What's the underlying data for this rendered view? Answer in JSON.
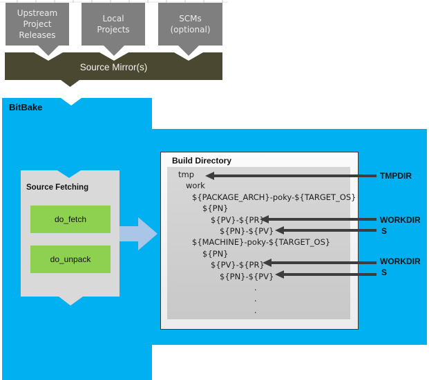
{
  "colors": {
    "cyan": "#00b0f0",
    "olive": "#4a4830",
    "graybox": "#7f7f7f",
    "green": "#8ed050",
    "arrow_blue": "#a9c6e8",
    "arrow_dark": "#3d3d3d"
  },
  "sources_row": {
    "boxes": [
      {
        "label": "Upstream\nProject\nReleases"
      },
      {
        "label": "Local\nProjects"
      },
      {
        "label": "SCMs\n(optional)"
      }
    ]
  },
  "mirror": {
    "label": "Source Mirror(s)"
  },
  "bitbake": {
    "label": "BitBake"
  },
  "source_fetching": {
    "title": "Source Fetching",
    "tasks": [
      {
        "label": "do_fetch"
      },
      {
        "label": "do_unpack"
      }
    ]
  },
  "build_directory": {
    "title": "Build Directory",
    "tree": [
      {
        "text": "tmp"
      },
      {
        "text": "work"
      },
      {
        "text": "${PACKAGE_ARCH}-poky-${TARGET_OS}"
      },
      {
        "text": "${PN}"
      },
      {
        "text": "${PV}-${PR}"
      },
      {
        "text": "${PN}-${PV}"
      },
      {
        "text": "${MACHINE}-poky-${TARGET_OS}"
      },
      {
        "text": "${PN}"
      },
      {
        "text": "${PV}-${PR}"
      },
      {
        "text": "${PN}-${PV}"
      },
      {
        "text": "."
      },
      {
        "text": "."
      },
      {
        "text": "."
      }
    ]
  },
  "annotations": [
    {
      "label": "TMPDIR"
    },
    {
      "label": "WORKDIR"
    },
    {
      "label": "S"
    },
    {
      "label": "WORKDIR"
    },
    {
      "label": "S"
    }
  ]
}
